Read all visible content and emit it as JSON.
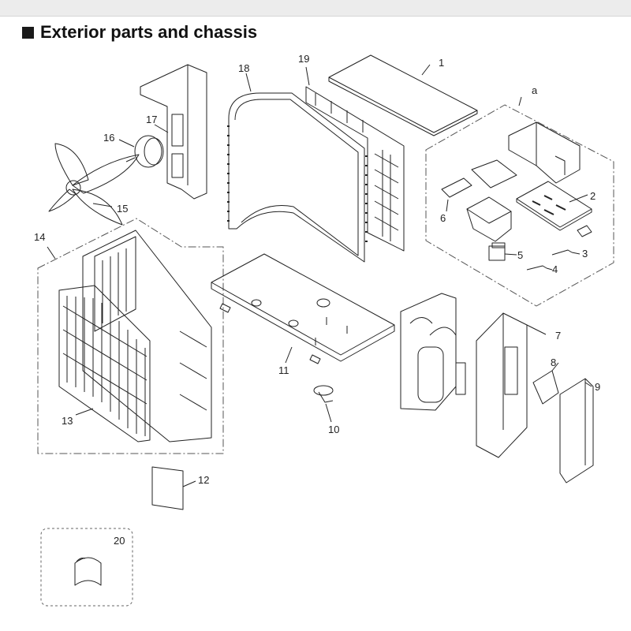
{
  "title": "Exterior parts and chassis",
  "callouts": [
    {
      "id": "c1",
      "label": "1"
    },
    {
      "id": "c2",
      "label": "2"
    },
    {
      "id": "c3",
      "label": "3"
    },
    {
      "id": "c4",
      "label": "4"
    },
    {
      "id": "c5",
      "label": "5"
    },
    {
      "id": "c6",
      "label": "6"
    },
    {
      "id": "c7",
      "label": "7"
    },
    {
      "id": "c8",
      "label": "8"
    },
    {
      "id": "c9",
      "label": "9"
    },
    {
      "id": "c10",
      "label": "10"
    },
    {
      "id": "c11",
      "label": "11"
    },
    {
      "id": "c12",
      "label": "12"
    },
    {
      "id": "c13",
      "label": "13"
    },
    {
      "id": "c14",
      "label": "14"
    },
    {
      "id": "c15",
      "label": "15"
    },
    {
      "id": "c16",
      "label": "16"
    },
    {
      "id": "c17",
      "label": "17"
    },
    {
      "id": "c18",
      "label": "18"
    },
    {
      "id": "c19",
      "label": "19"
    },
    {
      "id": "c20",
      "label": "20"
    },
    {
      "id": "ca",
      "label": "a"
    }
  ]
}
